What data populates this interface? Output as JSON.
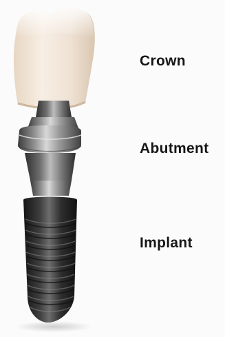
{
  "labels": {
    "crown": "Crown",
    "abutment": "Abutment",
    "implant": "Implant"
  },
  "colors": {
    "crown": "#f2e6d9",
    "crown_shadow": "#d6c3ad",
    "abutment_light": "#c9c9c9",
    "abutment_dark": "#4f4f4f",
    "implant_body": "#2a2a2a",
    "implant_highlight": "#6a6a6a",
    "label_text": "#161616"
  },
  "icons": {
    "crown": "tooth-crown-icon",
    "abutment": "abutment-post-icon",
    "implant": "threaded-screw-icon"
  }
}
